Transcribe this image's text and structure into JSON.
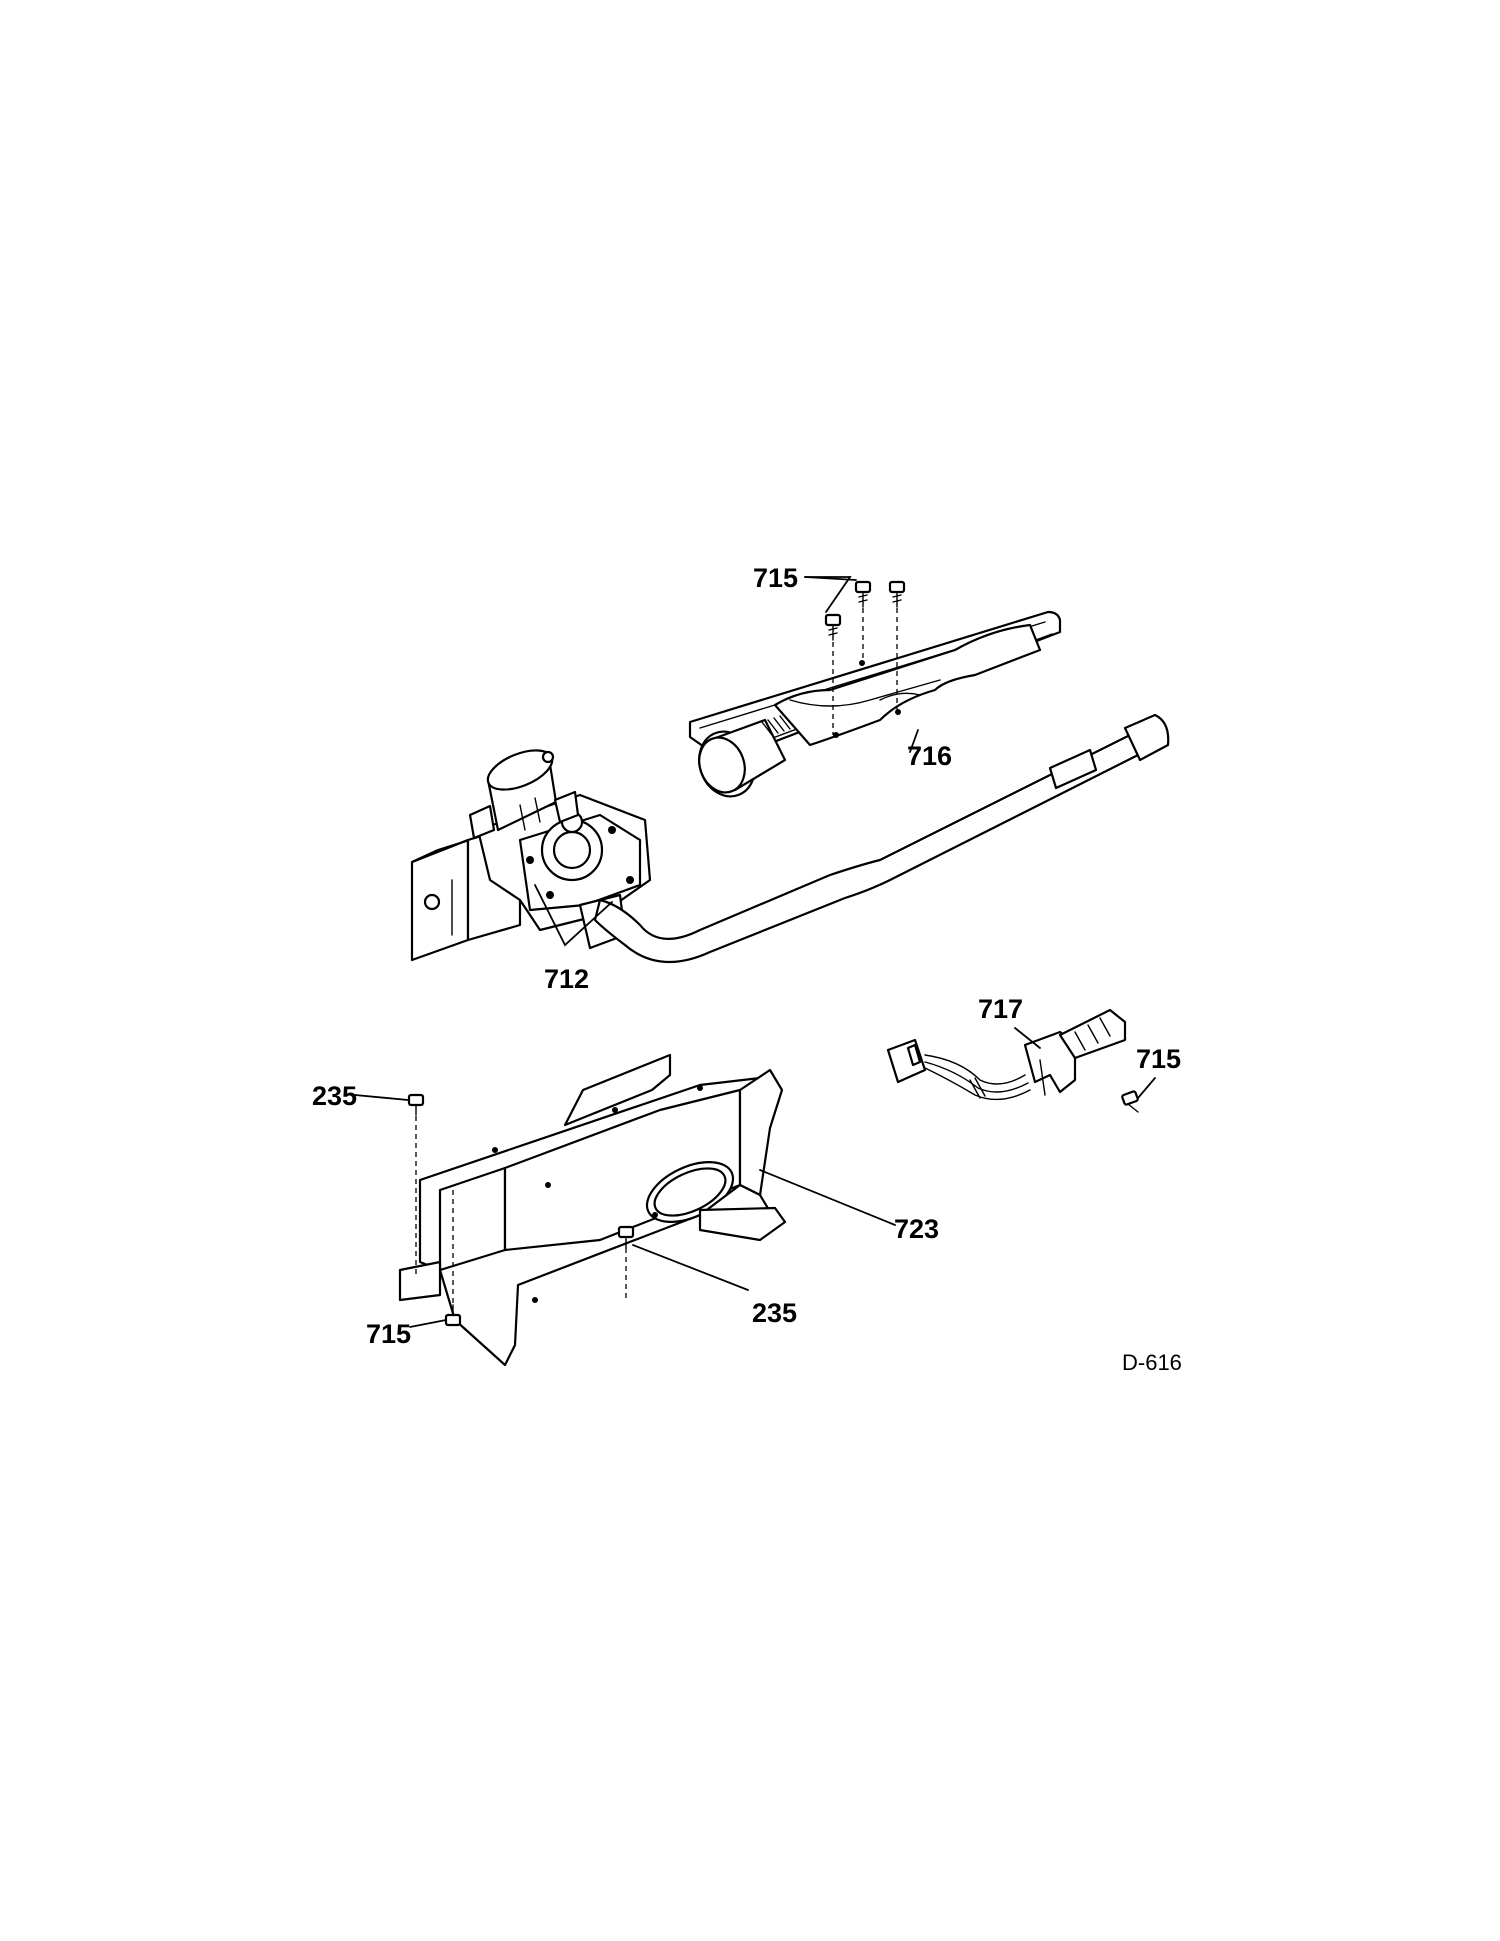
{
  "callouts": {
    "c715_top": "715",
    "c716": "716",
    "c712": "712",
    "c717": "717",
    "c715_right": "715",
    "c235_left": "235",
    "c723": "723",
    "c235_bottom": "235",
    "c715_bottom": "715"
  },
  "diagram_code": "D-616",
  "parts": [
    {
      "number": "235",
      "icon": "screw-icon"
    },
    {
      "number": "712",
      "icon": "gas-valve-icon"
    },
    {
      "number": "715",
      "icon": "screw-icon"
    },
    {
      "number": "716",
      "icon": "burner-tube-icon"
    },
    {
      "number": "717",
      "icon": "igniter-icon"
    },
    {
      "number": "723",
      "icon": "bracket-icon"
    }
  ],
  "colors": {
    "line": "#000000",
    "background": "#ffffff"
  }
}
